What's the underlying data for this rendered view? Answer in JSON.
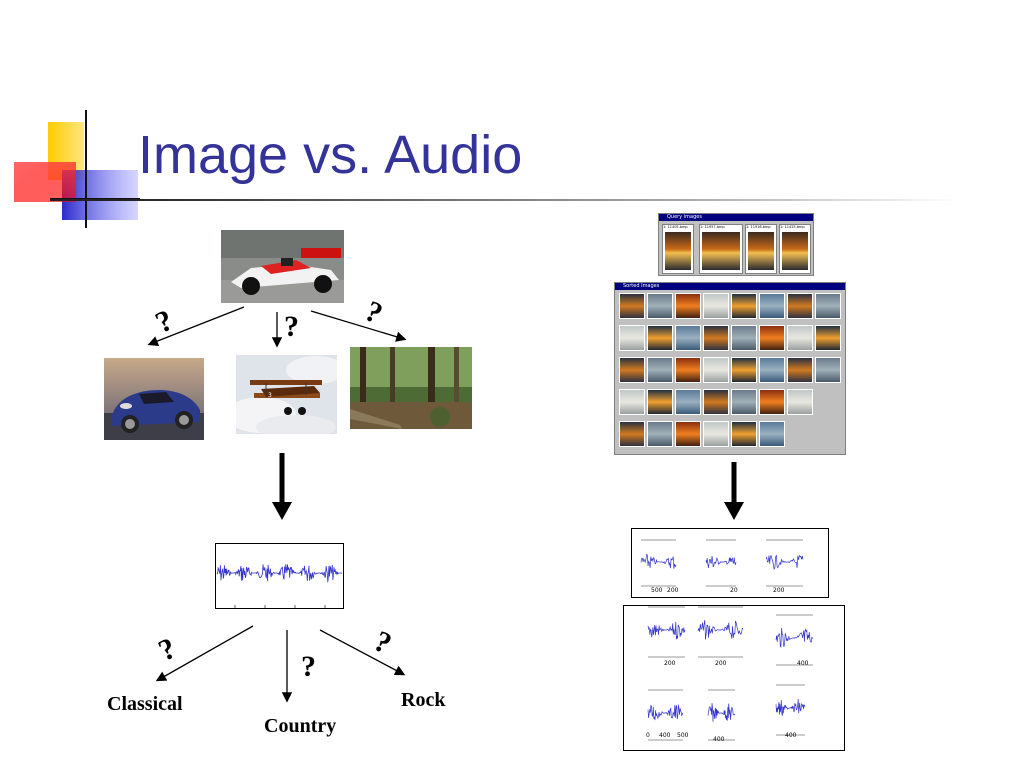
{
  "slide": {
    "title": "Image vs. Audio"
  },
  "image_branch": {
    "question_marks": [
      "?",
      "?",
      "?"
    ],
    "photos": [
      "race-car",
      "sports-car",
      "biplane",
      "forest"
    ]
  },
  "audio_branch": {
    "question_marks": [
      "?",
      "?",
      "?"
    ],
    "genres": {
      "classical": "Classical",
      "country": "Country",
      "rock": "Rock"
    }
  },
  "query_window": {
    "title": "Query images",
    "thumb_labels": [
      "1: 11405.bmp",
      "1: 11957.bmp",
      "1: 11916.bmp",
      "1: 11425.bmp"
    ]
  },
  "sorted_window": {
    "title": "Sorted Images"
  },
  "plots_small": {
    "x_ticks": [
      [
        "500",
        "200"
      ],
      [
        "20"
      ],
      [
        "200"
      ]
    ]
  },
  "plots_large": {
    "x_ticks": [
      [
        "200"
      ],
      [
        "200"
      ],
      [
        "400"
      ],
      [
        "0",
        "400",
        "500"
      ],
      [
        "400"
      ],
      [
        "400"
      ]
    ]
  },
  "colors": {
    "title": "#333399",
    "waveform": "#3333cc",
    "deco_yellow": "#ffcc00",
    "deco_blue": "#3333cc",
    "deco_red": "#ff3333"
  }
}
